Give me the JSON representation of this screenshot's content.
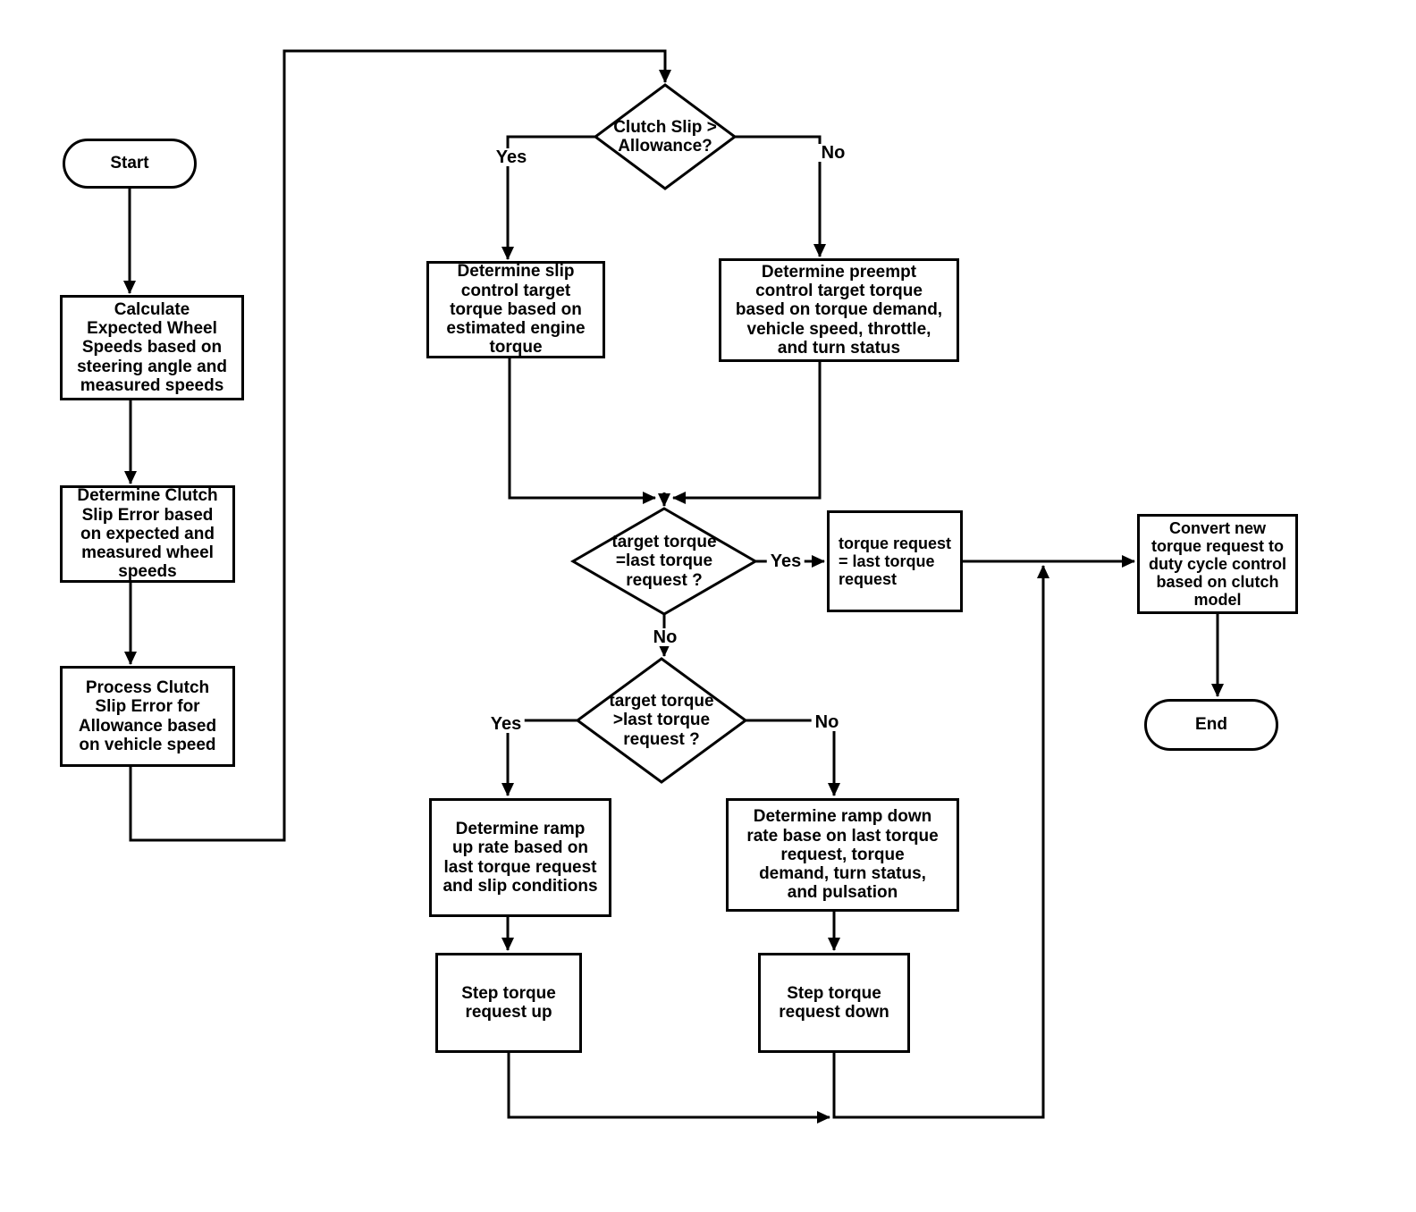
{
  "figure": {
    "ink_color": "#000000",
    "background_color": "#ffffff"
  },
  "nodes": {
    "start": {
      "label": "Start"
    },
    "calc_wheel_speeds": {
      "label": "Calculate\nExpected Wheel\nSpeeds based on\nsteering angle and\nmeasured speeds"
    },
    "clutch_slip_error": {
      "label": "Determine Clutch\nSlip Error based\non expected and\nmeasured wheel\nspeeds"
    },
    "process_slip_error": {
      "label": "Process Clutch\nSlip Error for\nAllowance based\non vehicle speed"
    },
    "decision_allowance": {
      "label": "Clutch Slip >\nAllowance?"
    },
    "slip_control_torque": {
      "label": "Determine slip\ncontrol target\ntorque based on\nestimated engine\ntorque"
    },
    "preempt_control_torque": {
      "label": "Determine preempt\ncontrol target torque\nbased on torque demand,\nvehicle speed, throttle,\nand turn status"
    },
    "decision_eq_last": {
      "label": "target torque\n=last torque\nrequest ?"
    },
    "torque_request_eq_last": {
      "label": "torque request\n= last torque\nrequest"
    },
    "convert_duty_cycle": {
      "label": "Convert new\ntorque request to\nduty cycle control\nbased on clutch\nmodel"
    },
    "end": {
      "label": "End"
    },
    "decision_gt_last": {
      "label": "target torque\n>last torque\nrequest ?"
    },
    "ramp_up": {
      "label": "Determine ramp\nup rate based on\nlast torque request\nand slip conditions"
    },
    "ramp_down": {
      "label": "Determine ramp down\nrate base on last torque\nrequest, torque\ndemand, turn status,\nand pulsation"
    },
    "step_up": {
      "label": "Step torque\nrequest up"
    },
    "step_down": {
      "label": "Step torque\nrequest down"
    }
  },
  "edge_labels": {
    "allowance_yes": "Yes",
    "allowance_no": "No",
    "eq_last_yes": "Yes",
    "eq_last_no": "No",
    "gt_last_yes": "Yes",
    "gt_last_no": "No"
  }
}
